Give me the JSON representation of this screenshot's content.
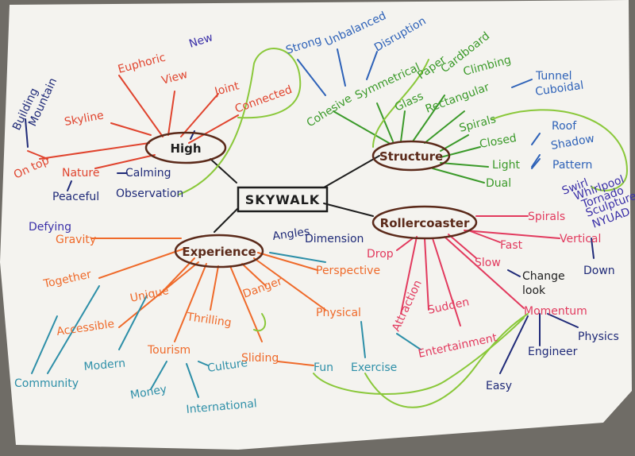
{
  "colors": {
    "paper": "#f4f3ef",
    "brown": "#5b2a1a",
    "black": "#1e1e1e",
    "red": "#e0442e",
    "orange": "#ef6a2a",
    "green": "#3b9a2a",
    "lime": "#8ac83a",
    "blue": "#2e62b8",
    "navy": "#1f2a78",
    "pink": "#e23a5e",
    "purple": "#3a2fa8",
    "teal": "#2d8fa8"
  },
  "map": {
    "center": "SKYWALK",
    "hubs": {
      "high": "High",
      "structure": "Structure",
      "rollercoaster": "Rollercoaster",
      "experience": "Experience"
    },
    "words": {
      "euphoric": "Euphoric",
      "new": "New",
      "view": "View",
      "joint": "Joint",
      "connected": "Connected",
      "skyline": "Skyline",
      "building": "Building",
      "mountain": "Mountain",
      "on_top": "On top",
      "nature": "Nature",
      "calming": "Calming",
      "peaceful": "Peaceful",
      "observation": "Observation",
      "strong": "Strong",
      "unbalanced": "Unbalanced",
      "disruption": "Disruption",
      "cohesive": "Cohesive",
      "symmetrical": "Symmetrical",
      "paper": "Paper",
      "cardboard": "Cardboard",
      "glass": "Glass",
      "climbing": "Climbing",
      "rectangular": "Rectangular",
      "tunnel": "Tunnel",
      "cuboidal": "Cuboidal",
      "spirals_structure": "Spirals",
      "closed": "Closed",
      "roof": "Roof",
      "shadow": "Shadow",
      "light": "Light",
      "pattern": "Pattern",
      "dual": "Dual",
      "swirl": "Swirl",
      "whirlpool": "Whirlpool",
      "tornado": "Tornado",
      "sculpture": "Sculpture",
      "nyuad": "NYUAD",
      "spirals_roller": "Spirals",
      "fast": "Fast",
      "vertical": "Vertical",
      "down": "Down",
      "slow": "Slow",
      "change": "Change",
      "look": "look",
      "drop": "Drop",
      "momentum": "Momentum",
      "physics": "Physics",
      "engineer": "Engineer",
      "easy": "Easy",
      "attraction": "Attraction",
      "sudden": "Sudden",
      "entertainment": "Entertainment",
      "defying": "Defying",
      "gravity": "Gravity",
      "together": "Together",
      "unique": "Unique",
      "accessible": "Accessible",
      "community": "Community",
      "modern": "Modern",
      "thrilling": "Thrilling",
      "danger": "Danger",
      "angles": "Angles",
      "dimension": "Dimension",
      "perspective": "Perspective",
      "physical": "Physical",
      "tourism": "Tourism",
      "culture": "Culture",
      "money": "Money",
      "international": "International",
      "sliding": "Sliding",
      "fun": "Fun",
      "exercise": "Exercise"
    }
  }
}
